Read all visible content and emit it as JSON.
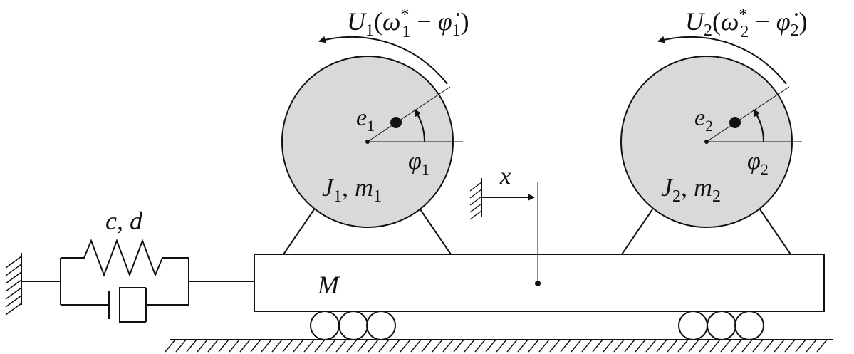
{
  "labels": {
    "torque1": {
      "coef": "U",
      "coef_sub": "1",
      "open": "(",
      "omega": "ω",
      "omega_sup": "*",
      "omega_sub": "1",
      "minus": " − ",
      "phi": "φ̇",
      "phi_sub": "1",
      "close": ")"
    },
    "torque2": {
      "coef": "U",
      "coef_sub": "2",
      "open": "(",
      "omega": "ω",
      "omega_sup": "*",
      "omega_sub": "2",
      "minus": " − ",
      "phi": "φ̇",
      "phi_sub": "2",
      "close": ")"
    },
    "e1": {
      "main": "e",
      "sub": "1"
    },
    "e2": {
      "main": "e",
      "sub": "2"
    },
    "phi1": {
      "main": "φ",
      "sub": "1"
    },
    "phi2": {
      "main": "φ",
      "sub": "2"
    },
    "rotor1": {
      "j": "J",
      "j_sub": "1",
      "sep": ", ",
      "m": "m",
      "m_sub": "1"
    },
    "rotor2": {
      "j": "J",
      "j_sub": "2",
      "sep": ", ",
      "m": "m",
      "m_sub": "2"
    },
    "displacement": "x",
    "spring_damper": "c, d",
    "platform_mass": "M"
  },
  "colors": {
    "rotor_fill": "#d9d9d9",
    "stroke": "#111111",
    "background": "#ffffff"
  }
}
